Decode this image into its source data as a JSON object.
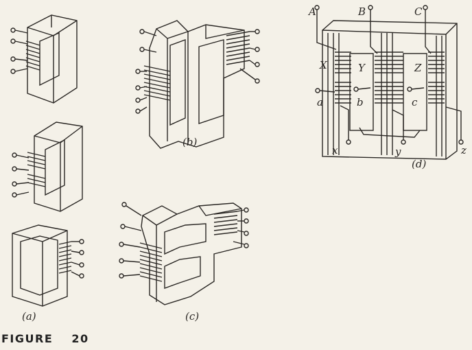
{
  "caption": {
    "word": "FIGURE",
    "number": "20"
  },
  "labels": {
    "a": "(a)",
    "b": "(b)",
    "c": "(c)",
    "d": "(d)"
  },
  "terminals": {
    "A": "A",
    "B": "B",
    "C": "C",
    "X": "X",
    "Y": "Y",
    "Z": "Z",
    "a": "a",
    "b": "b",
    "c": "c",
    "x": "x",
    "y": "y",
    "z": "z"
  }
}
